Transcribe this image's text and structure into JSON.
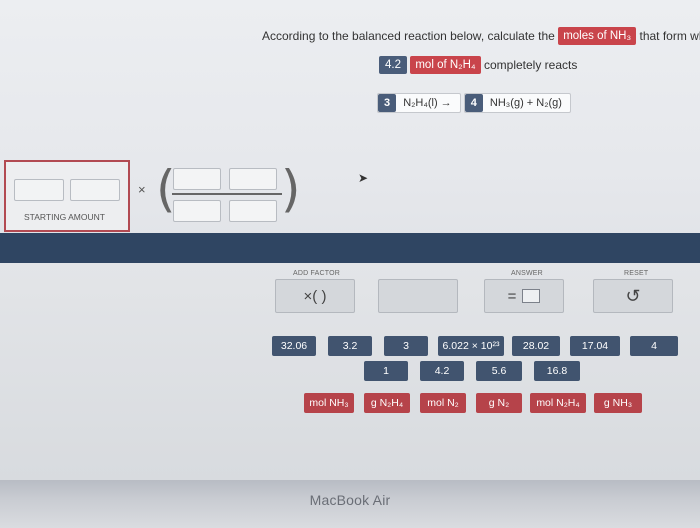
{
  "question": {
    "prefix": "According to the balanced reaction below, calculate the",
    "target": "moles of NH₃",
    "suffix": "that form when",
    "given_value": "4.2",
    "given_unit": "mol of N₂H₄",
    "given_suffix": "completely reacts"
  },
  "equation": {
    "coef_left": "3",
    "reactant": "N₂H₄(l) →",
    "coef_right": "4",
    "products": "NH₃(g) + N₂(g)"
  },
  "starting_amount": {
    "label": "STARTING AMOUNT"
  },
  "multiply_sign": "×",
  "toolbar": {
    "add_factor_label": "ADD FACTOR",
    "add_factor_button": "×( )",
    "answer_label": "ANSWER",
    "answer_equals": "=",
    "reset_label": "RESET",
    "reset_icon": "↺"
  },
  "tiles_row1": [
    "32.06",
    "3.2",
    "3",
    "6.022 × 10²³",
    "28.02",
    "17.04",
    "4"
  ],
  "tiles_row2": [
    "1",
    "4.2",
    "5.6",
    "16.8"
  ],
  "tiles_units": [
    "mol NH₃",
    "g N₂H₄",
    "mol N₂",
    "g N₂",
    "mol N₂H₄",
    "g NH₃"
  ],
  "device": {
    "label": "MacBook Air"
  },
  "colors": {
    "unit_tile": "#b6434a",
    "number_tile": "#41546f",
    "band": "#2f4562"
  }
}
